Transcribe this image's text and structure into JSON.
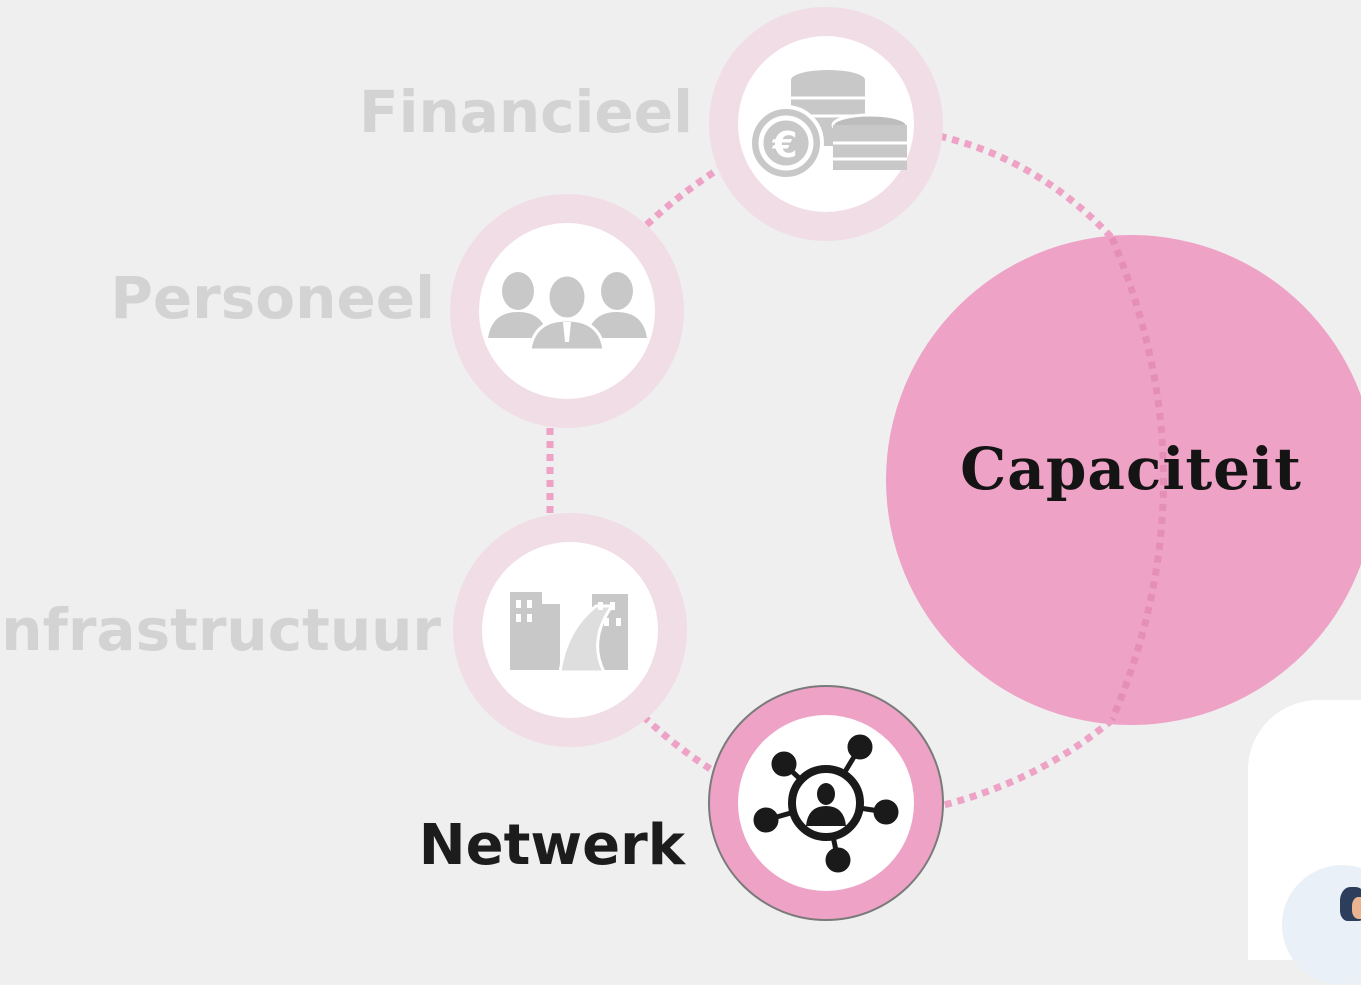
{
  "diagram": {
    "center": {
      "label": "Capaciteit",
      "color": "#eea2c6"
    },
    "nodes": [
      {
        "label": "Financieel",
        "icon": "euro-coins-icon",
        "state": "inactive"
      },
      {
        "label": "Personeel",
        "icon": "people-group-icon",
        "state": "inactive"
      },
      {
        "label": "Infrastructuur",
        "icon": "city-road-icon",
        "state": "inactive"
      },
      {
        "label": "Netwerk",
        "icon": "network-person-icon",
        "state": "active"
      }
    ],
    "colors": {
      "accent_pink": "#eea2c6",
      "ring_pale": "#f1dde5",
      "inactive_text": "#d3d3d3",
      "active_text": "#1c1c1c",
      "icon_gray": "#c8c8c8",
      "background": "#efefef"
    }
  }
}
